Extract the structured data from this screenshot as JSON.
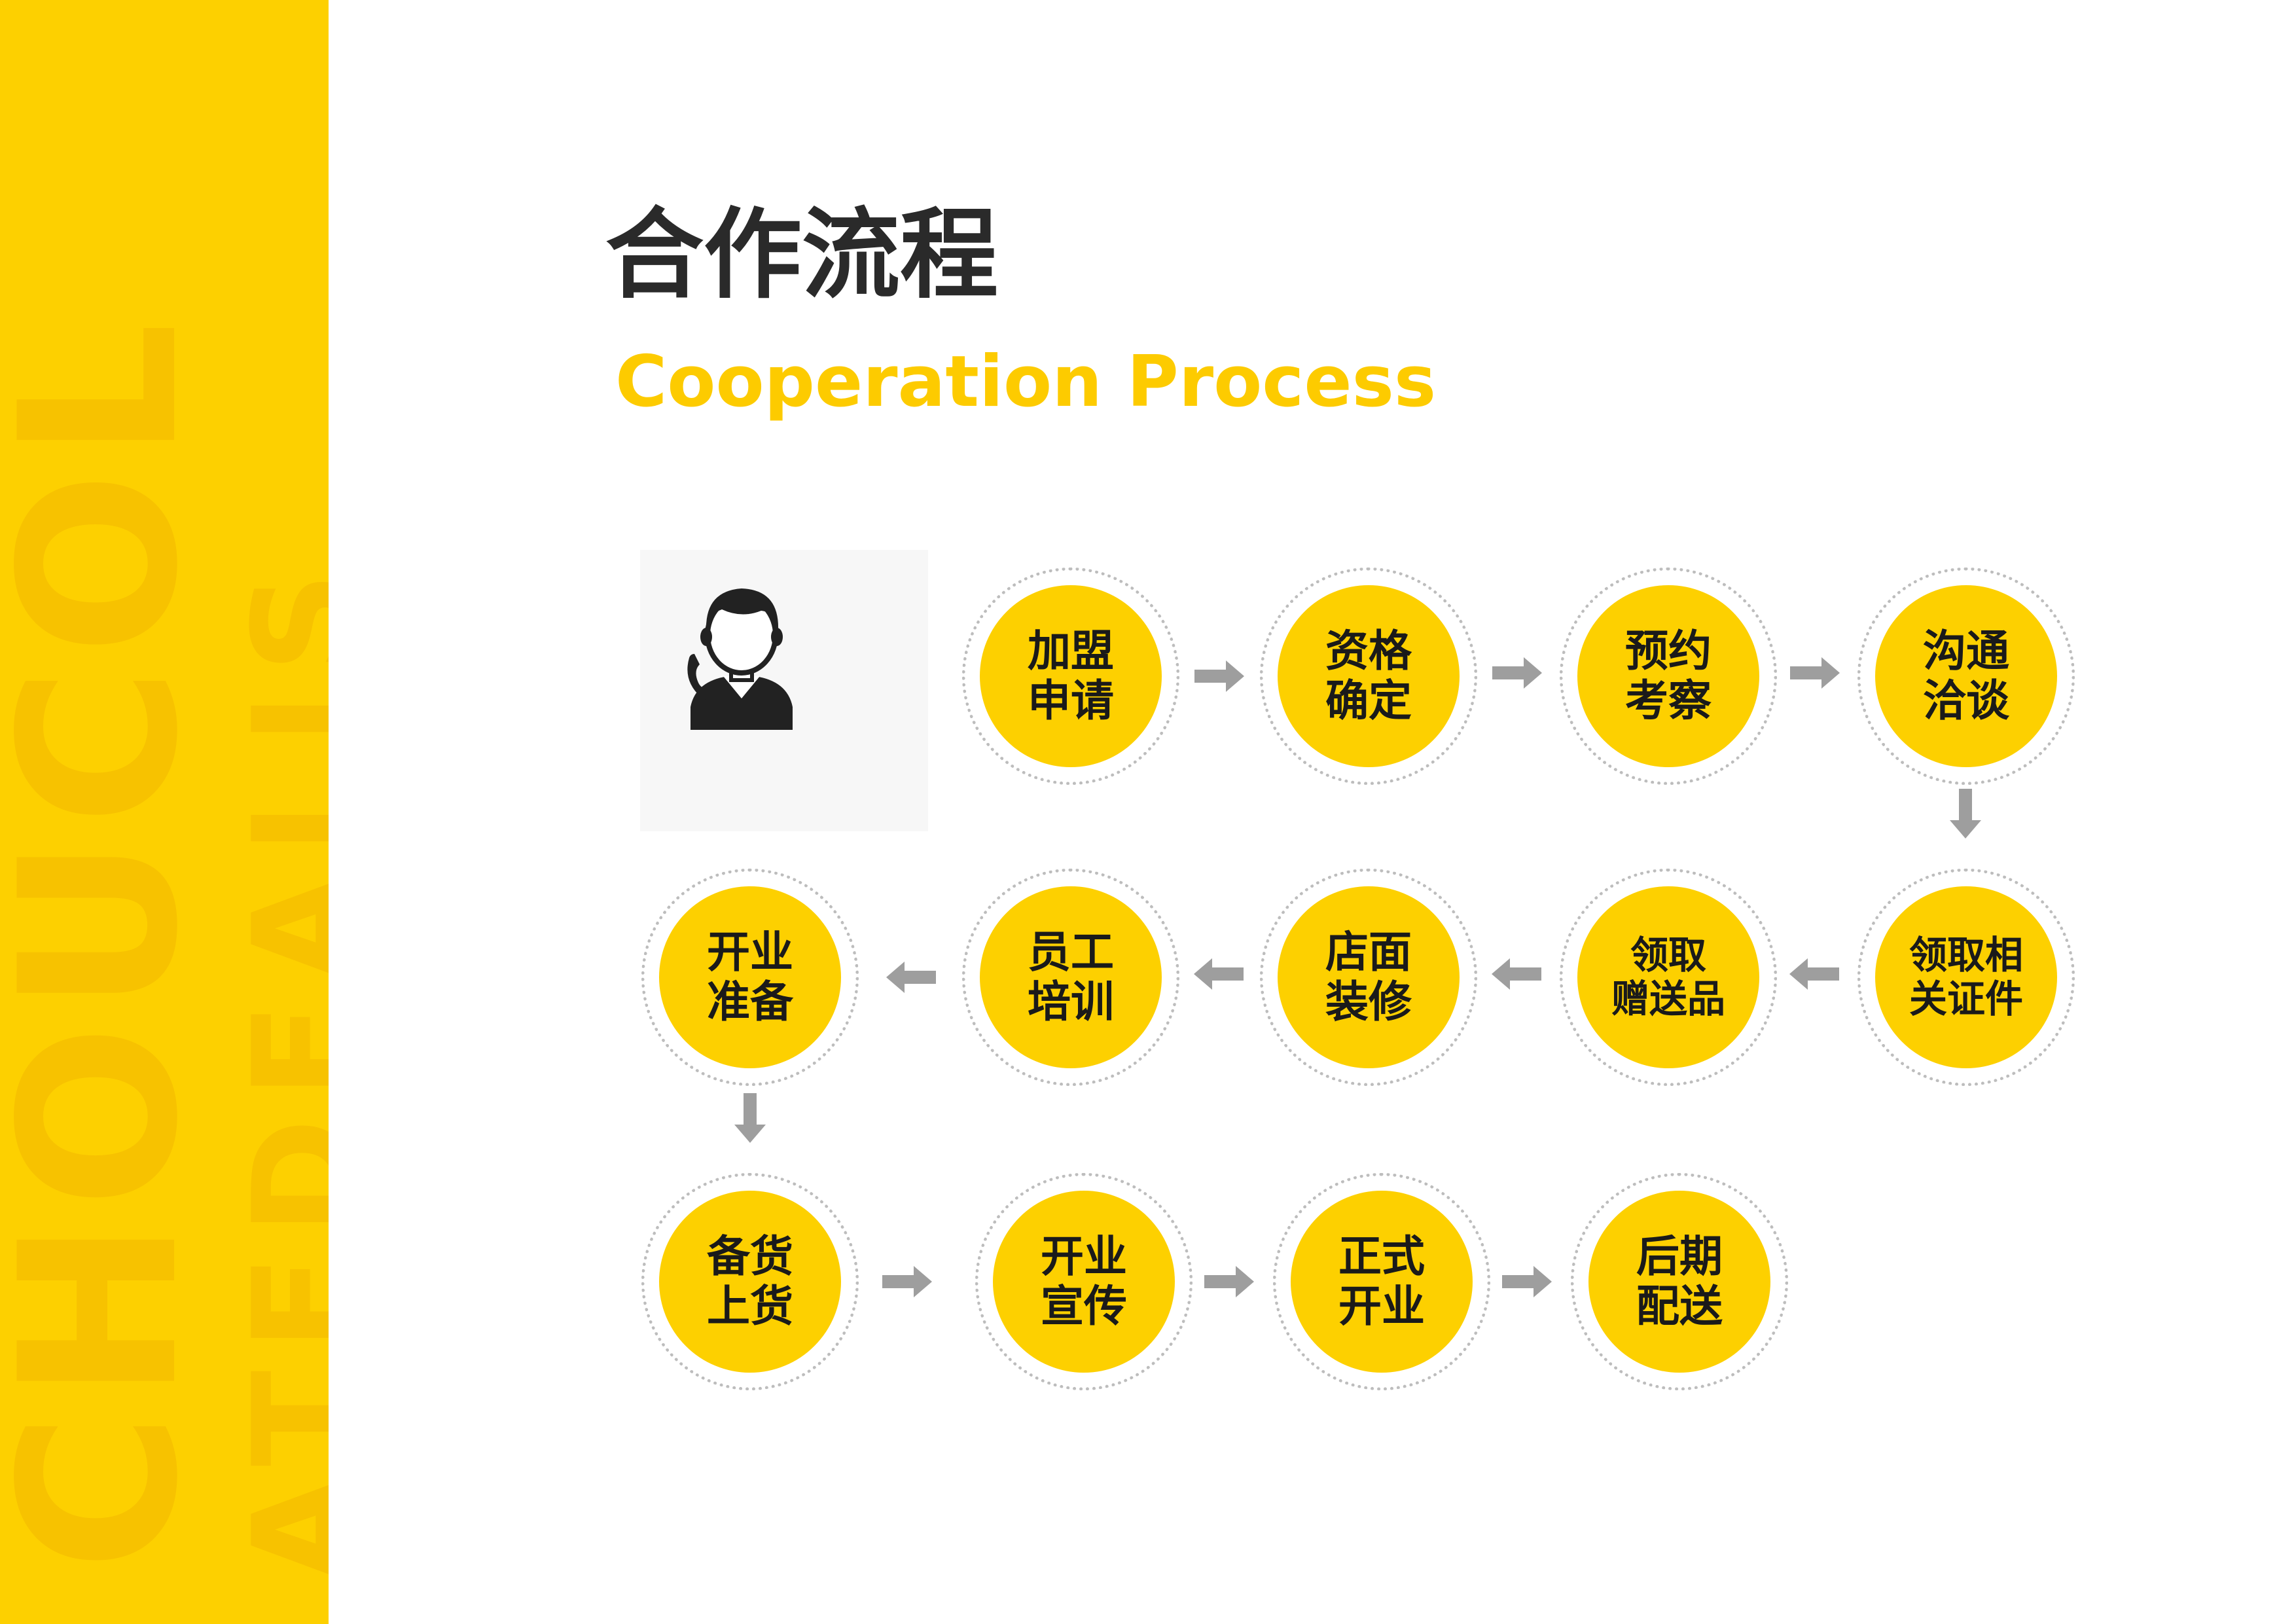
{
  "sidebar": {
    "words": [
      "CHOUCOL",
      "ATEDEALIS"
    ],
    "background": "#FDD000"
  },
  "header": {
    "title": "合作流程",
    "subtitle": "Cooperation Process"
  },
  "icon": {
    "name": "customer-service-icon"
  },
  "steps": [
    {
      "label": "加盟\n申请"
    },
    {
      "label": "资格\n确定"
    },
    {
      "label": "预约\n考察"
    },
    {
      "label": "沟通\n洽谈"
    },
    {
      "label": "领取相\n关证件"
    },
    {
      "label": "领取\n赠送品"
    },
    {
      "label": "店面\n装修"
    },
    {
      "label": "员工\n培训"
    },
    {
      "label": "开业\n准备"
    },
    {
      "label": "备货\n上货"
    },
    {
      "label": "开业\n宣传"
    },
    {
      "label": "正式\n开业"
    },
    {
      "label": "后期\n配送"
    }
  ],
  "colors": {
    "accent": "#FDD000",
    "arrow": "#9e9e9e",
    "text": "#1a1a1a"
  }
}
